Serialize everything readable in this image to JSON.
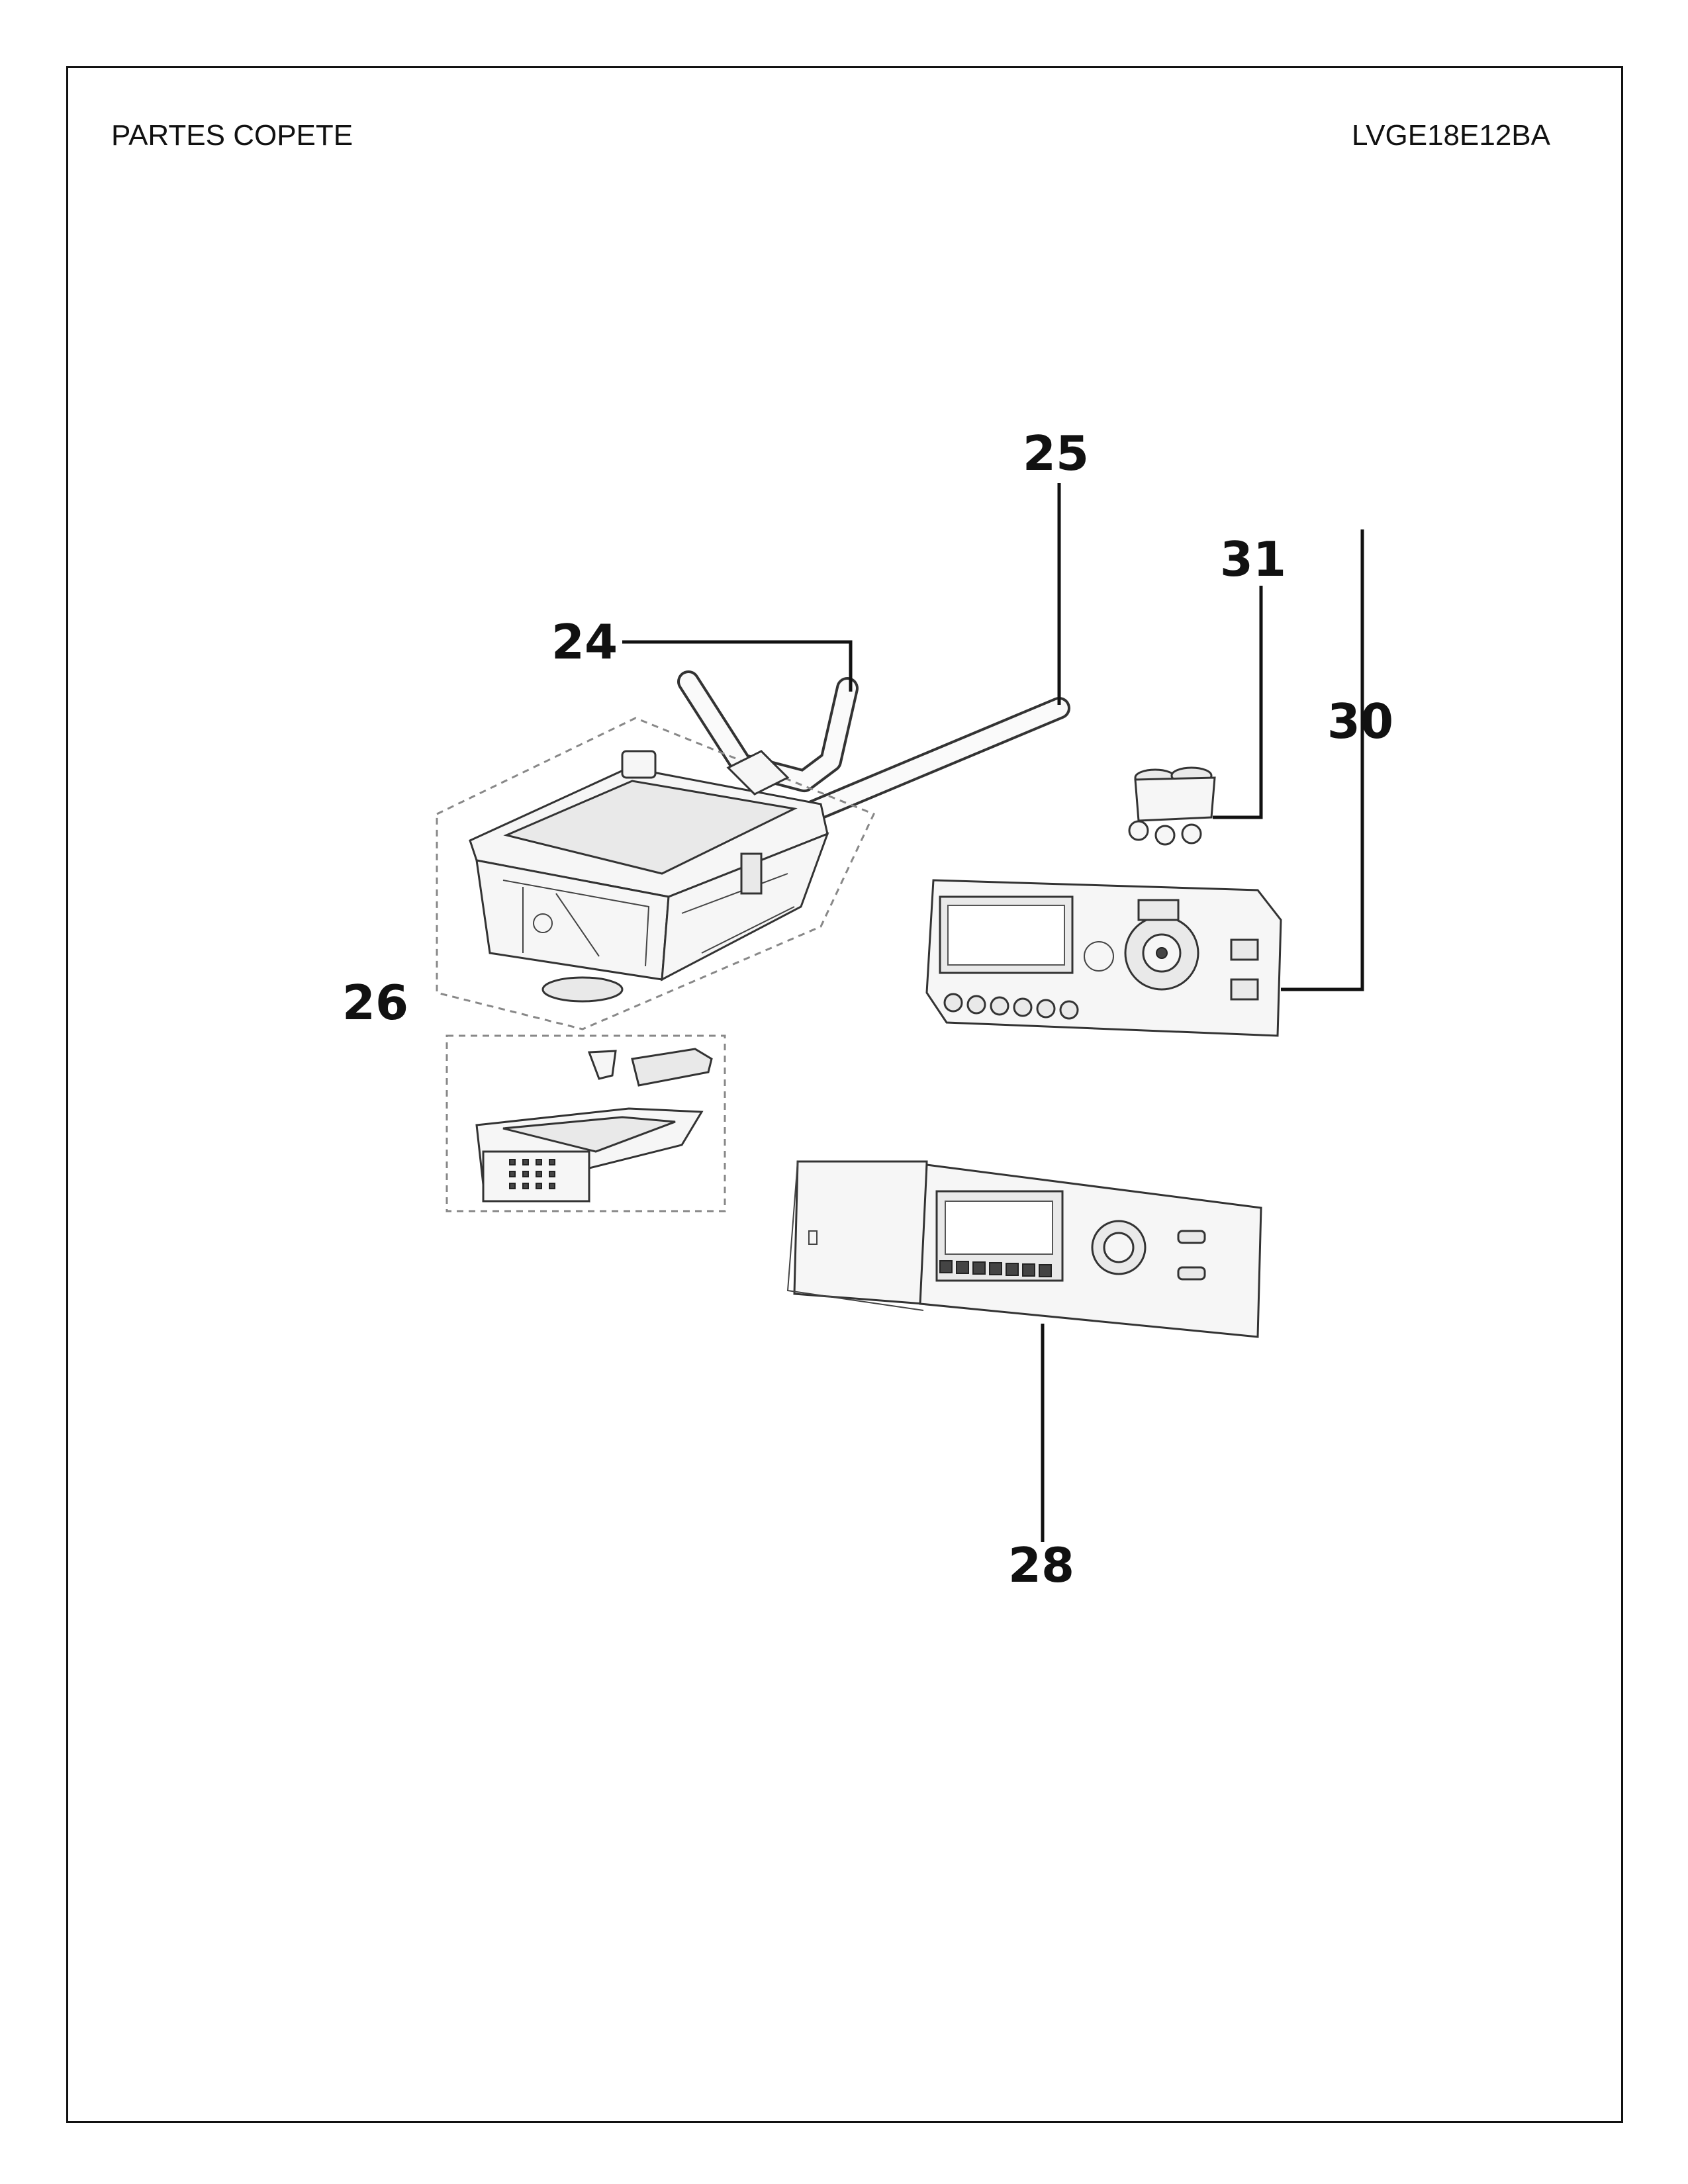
{
  "header": {
    "left": "PARTES COPETE",
    "right": "LVGE18E12BA"
  },
  "callouts": {
    "c24": "24",
    "c25": "25",
    "c26": "26",
    "c28": "28",
    "c30": "30",
    "c31": "31"
  }
}
